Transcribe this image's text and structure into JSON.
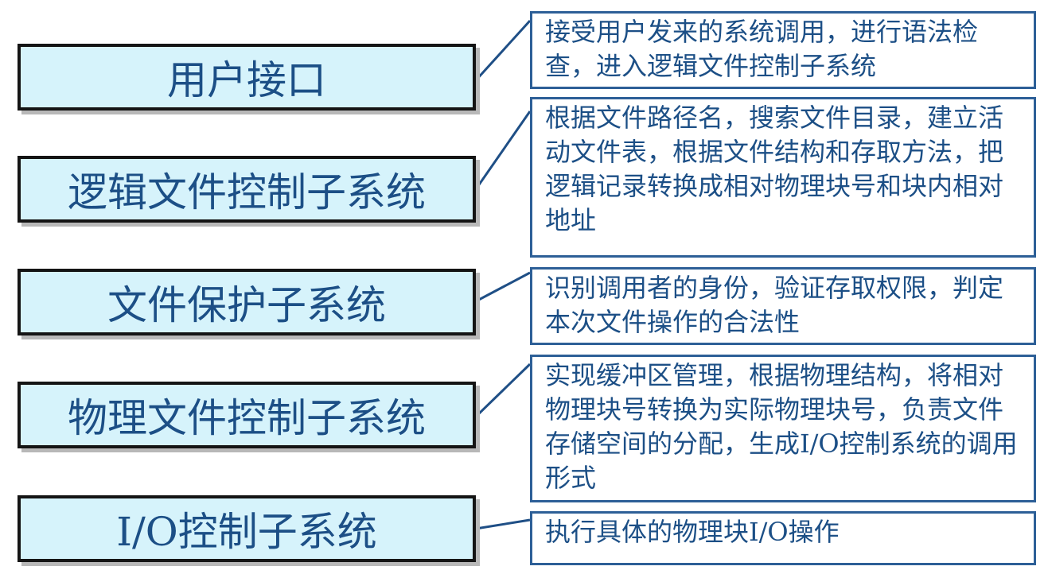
{
  "layers": [
    {
      "label": "用户接口",
      "description": "接受用户发来的系统调用，进行语法检查，进入逻辑文件控制子系统"
    },
    {
      "label": "逻辑文件控制子系统",
      "description": "根据文件路径名，搜索文件目录，建立活动文件表，根据文件结构和存取方法，把逻辑记录转换成相对物理块号和块内相对地址"
    },
    {
      "label": "文件保护子系统",
      "description": "识别调用者的身份，验证存取权限，判定本次文件操作的合法性"
    },
    {
      "label": "物理文件控制子系统",
      "description": "实现缓冲区管理，根据物理结构，将相对物理块号转换为实际物理块号，负责文件存储空间的分配，生成I/O控制系统的调用形式"
    },
    {
      "label": "I/O控制子系统",
      "description": "执行具体的物理块I/O操作"
    }
  ],
  "colors": {
    "text": "#1c4f86",
    "layer_fill": "#d6f3fb",
    "layer_border": "#141414",
    "desc_border": "#2d5f97",
    "connector": "#1f4f86"
  }
}
